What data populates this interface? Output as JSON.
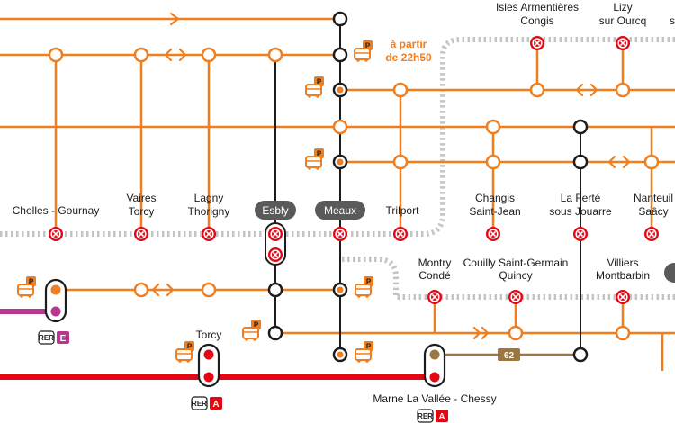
{
  "colors": {
    "orange": "#f07d1e",
    "red": "#e30613",
    "magenta": "#b8388f",
    "brown": "#9b7842",
    "grey_dash": "#c4c4c4",
    "dark": "#1c1c1c",
    "pill": "#5a5a5a"
  },
  "icons": {
    "bus_park": "bus-park-icon",
    "closed_station": "closed-station-icon",
    "arrow": "direction-arrow-icon",
    "rer": "rer-badge-icon"
  },
  "stations": {
    "chelles": "Chelles - Gournay",
    "vaires_1": "Vaires",
    "vaires_2": "Torcy",
    "lagny_1": "Lagny",
    "lagny_2": "Thorigny",
    "esbly": "Esbly",
    "meaux": "Meaux",
    "trilport": "Trilport",
    "changis_1": "Changis",
    "changis_2": "Saint-Jean",
    "laferte_1": "La Ferté",
    "laferte_2": "sous Jouarre",
    "nanteuil_1": "Nanteuil",
    "nanteuil_2": "Saâcy",
    "isles_1": "Isles Armentières",
    "isles_2": "Congis",
    "lizy_1": "Lizy",
    "lizy_2": "sur Ourcq",
    "lizy_partial": "s",
    "montry_1": "Montry",
    "montry_2": "Condé",
    "couilly_1": "Couilly Saint-Germain",
    "couilly_2": "Quincy",
    "villiers_1": "Villiers",
    "villiers_2": "Montbarbin",
    "torcy": "Torcy",
    "marne": "Marne La Vallée - Chessy"
  },
  "notes": {
    "night_1": "à partir",
    "night_2": "de 22h50",
    "park_letter": "P"
  },
  "badges": {
    "rer": "RER",
    "line_e": "E",
    "line_a": "A",
    "line_62": "62"
  }
}
